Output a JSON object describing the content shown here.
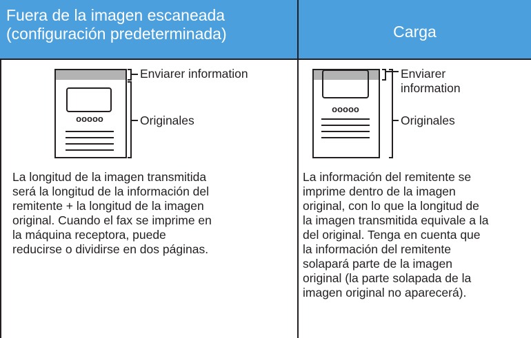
{
  "table": {
    "col_left": {
      "header": "Fuera de la imagen escaneada\n(configuración predeterminada)",
      "label_sender": "Enviarer information",
      "label_originals": "Originales",
      "description": "La longitud de la imagen transmitida\nserá la longitud de la información del\nremitente + la longitud de la imagen\noriginal. Cuando el fax se imprime en\nla máquina receptora, puede\nreducirse o dividirse en dos páginas."
    },
    "col_right": {
      "header": "Carga",
      "label_sender": "Enviarer\ninformation",
      "label_originals": "Originales",
      "description": "La información del remitente se\nimprime dentro de la imagen\noriginal, con lo que la longitud de\nla imagen transmitida equivale a la\ndel original. Tenga en cuenta que\nla información del remitente\nsolapará parte de la imagen\noriginal (la parte solapada de la\nimagen original no aparecerá)."
    }
  },
  "figure": {
    "dots": "ooooo"
  },
  "colors": {
    "header_bg": "#4b9fdc",
    "header_text": "#ffffff",
    "sender_band": "#b3b3b3",
    "line": "#231f20"
  }
}
